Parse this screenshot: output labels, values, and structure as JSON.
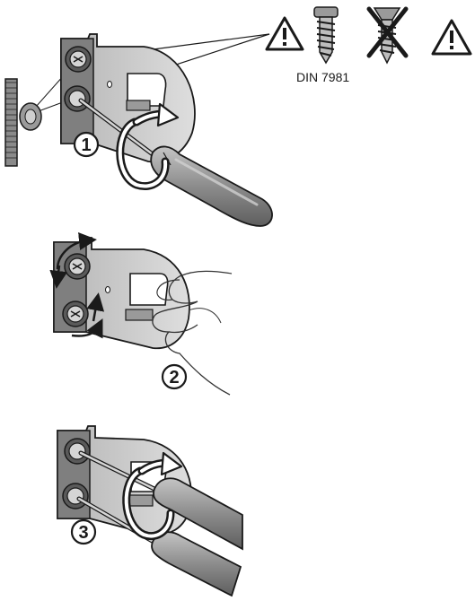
{
  "spec_label": "DIN 7981",
  "steps": [
    {
      "number": "1"
    },
    {
      "number": "2"
    },
    {
      "number": "3"
    }
  ],
  "colors": {
    "ink": "#1a1a1a",
    "plate": "#c9c9c9",
    "plate_dark": "#8a8a8a",
    "handle": "#7d7d7d",
    "handle_light": "#b5b5b5",
    "screw": "#9a9a9a"
  },
  "icons": [
    "warning-triangle-icon",
    "screw-icon",
    "crossed-countersunk-screw-icon",
    "warning-triangle-icon"
  ]
}
